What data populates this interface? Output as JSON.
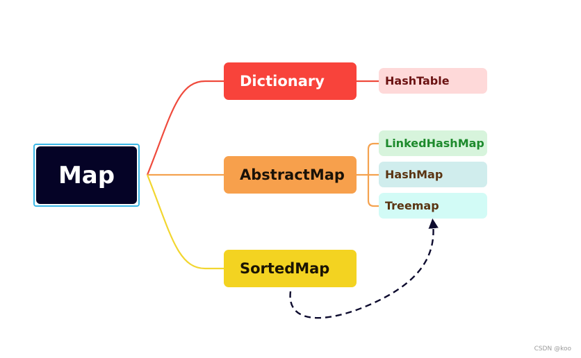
{
  "root": {
    "label": "Map",
    "fill": "#050326",
    "border": "#3ab7e6",
    "text_color": "#ffffff"
  },
  "branches": [
    {
      "label": "Dictionary",
      "fill": "#f8433b",
      "text_color": "#ffffff",
      "edge": "#ef4a3c",
      "children": [
        {
          "label": "HashTable",
          "fill": "#fed9d9",
          "text_color": "#6b1212"
        }
      ]
    },
    {
      "label": "AbstractMap",
      "fill": "#f7a04c",
      "text_color": "#1a1208",
      "edge": "#f4a24f",
      "children": [
        {
          "label": "LinkedHashMap",
          "fill": "#d7f4dc",
          "text_color": "#1d8a2c"
        },
        {
          "label": "HashMap",
          "fill": "#d0eded",
          "text_color": "#5a3412"
        },
        {
          "label": "Treemap",
          "fill": "#d2fbf6",
          "text_color": "#5a3412"
        }
      ]
    },
    {
      "label": "SortedMap",
      "fill": "#f3d321",
      "text_color": "#1a1404",
      "edge": "#f2d630",
      "children": []
    }
  ],
  "relation": {
    "from": "SortedMap",
    "to": "Treemap",
    "style": "dashed-arrow",
    "color": "#0d0b2e"
  },
  "watermark": "CSDN @koo"
}
